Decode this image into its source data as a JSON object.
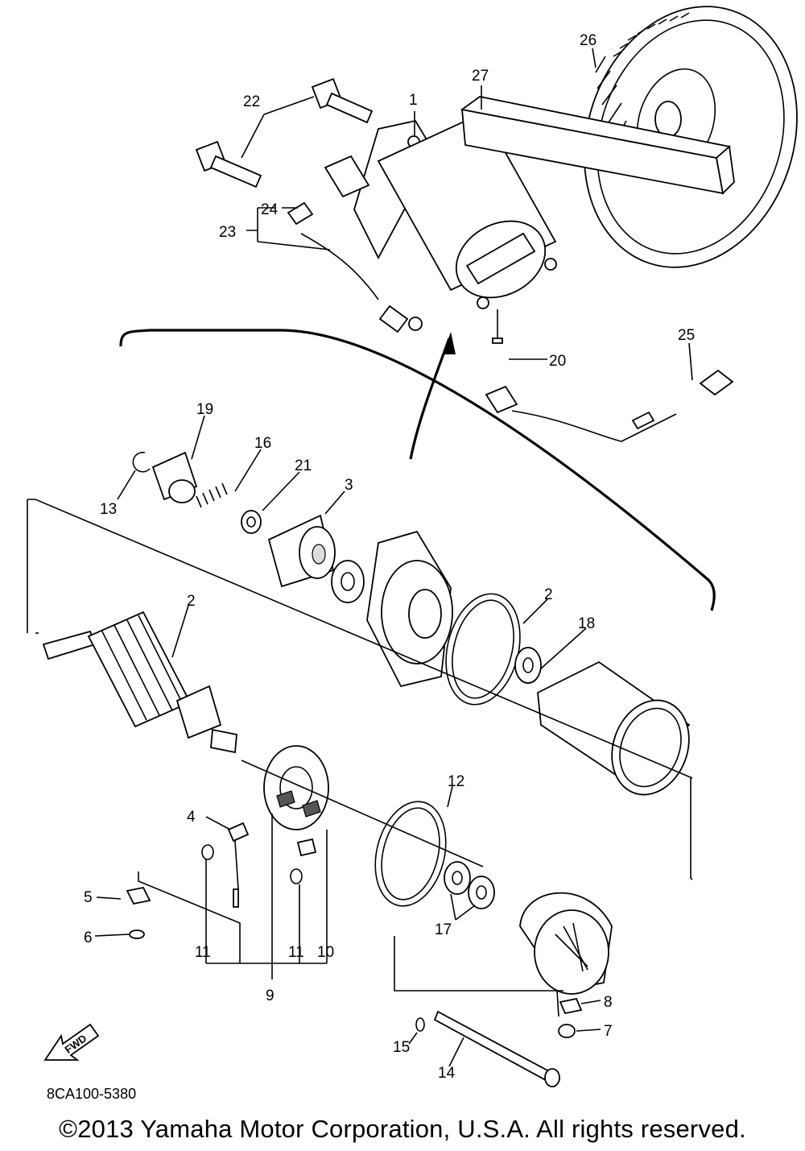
{
  "callouts": {
    "c1": "1",
    "c2a": "2",
    "c2b": "2",
    "c3": "3",
    "c4": "4",
    "c5": "5",
    "c6": "6",
    "c7": "7",
    "c8": "8",
    "c9": "9",
    "c10": "10",
    "c11a": "11",
    "c11b": "11",
    "c12": "12",
    "c13": "13",
    "c14": "14",
    "c15": "15",
    "c16": "16",
    "c17": "17",
    "c18": "18",
    "c19": "19",
    "c20": "20",
    "c21": "21",
    "c22": "22",
    "c23": "23",
    "c24": "24",
    "c25": "25",
    "c26": "26",
    "c27": "27"
  },
  "fwd_label": "FWD",
  "diagram_code": "8CA100-5380",
  "copyright": "©2013 Yamaha Motor Corporation, U.S.A. All rights reserved."
}
